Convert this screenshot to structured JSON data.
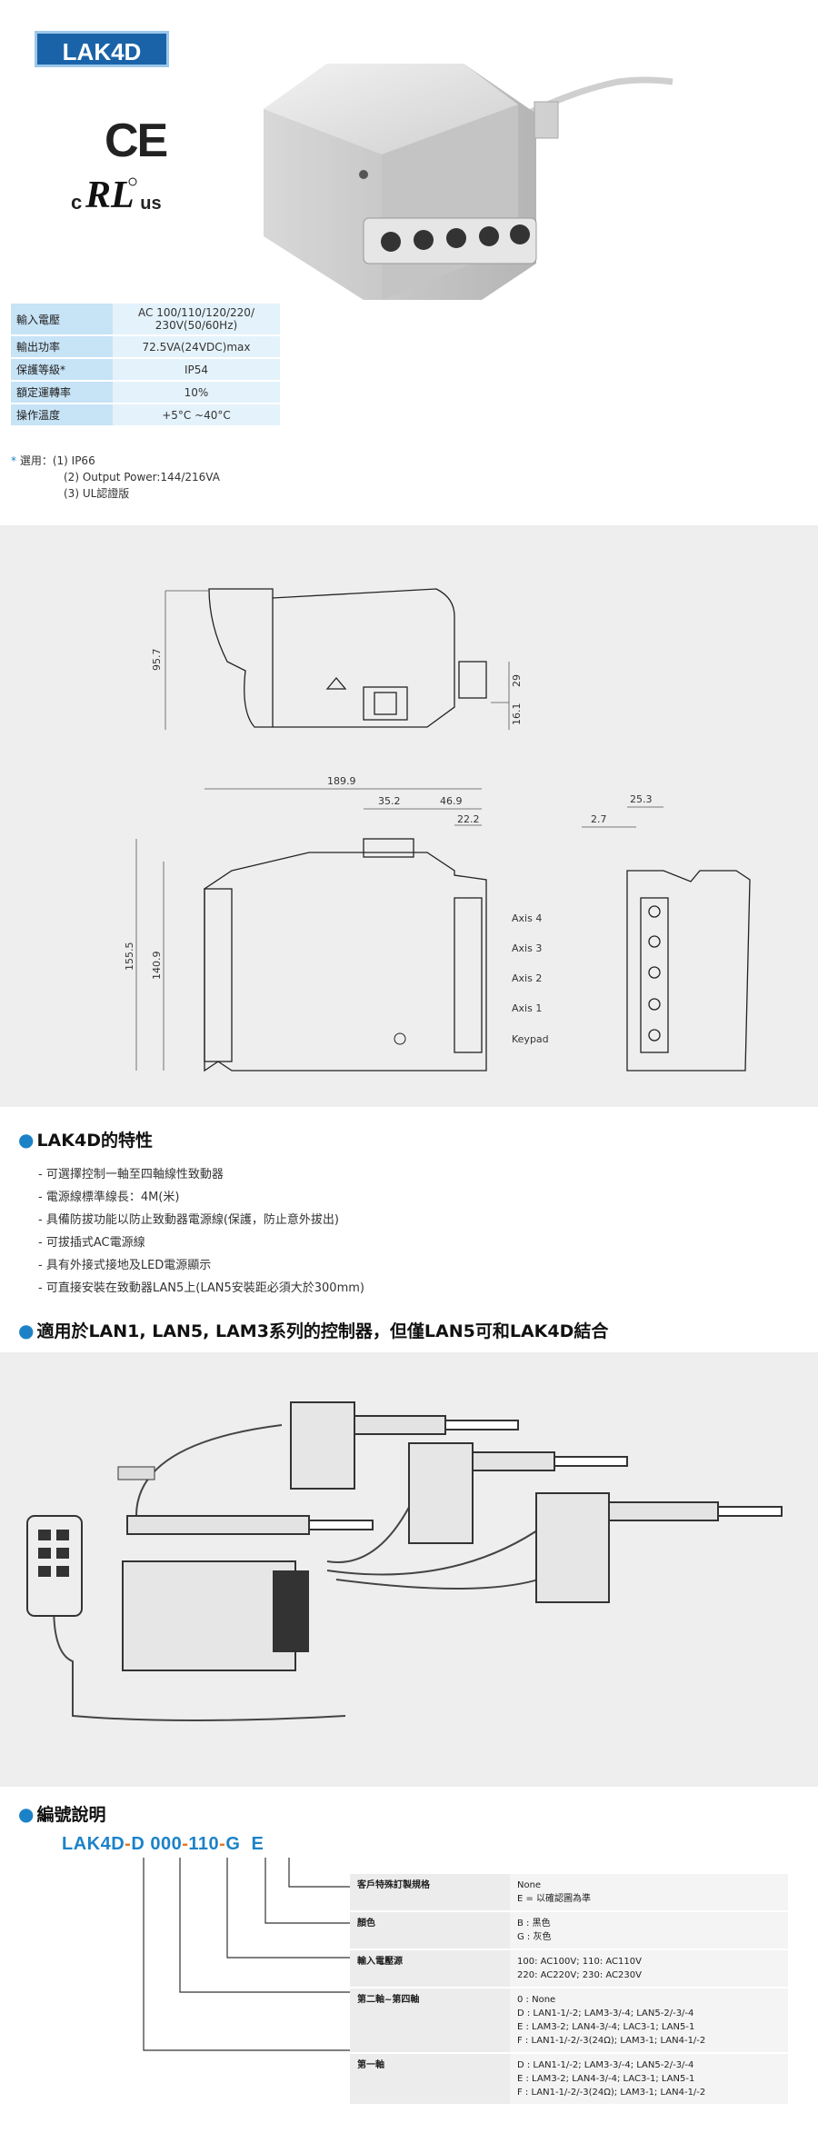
{
  "model": "LAK4D",
  "cert": {
    "ce": "CE",
    "ul_c": "c",
    "ul_us": "us"
  },
  "specs": [
    {
      "label": "輸入電壓",
      "value": "AC 100/110/120/220/\n230V(50/60Hz)"
    },
    {
      "label": "輸出功率",
      "value": "72.5VA(24VDC)max"
    },
    {
      "label": "保護等級*",
      "value": "IP54"
    },
    {
      "label": "額定運轉率",
      "value": "10%"
    },
    {
      "label": "操作溫度",
      "value": "+5°C ~40°C"
    }
  ],
  "options": {
    "star": "*",
    "title": "選用：",
    "items": [
      "(1) IP66",
      "(2) Output Power:144/216VA",
      "(3) UL認證版"
    ]
  },
  "drawing": {
    "dims": {
      "d95_7": "95.7",
      "d29": "29",
      "d16_1": "16.1",
      "d189_9": "189.9",
      "d35_2": "35.2",
      "d46_9": "46.9",
      "d22_2": "22.2",
      "d155_5": "155.5",
      "d140_9": "140.9",
      "d25_3": "25.3",
      "d2_7": "2.7"
    },
    "ports": [
      "Axis 4",
      "Axis 3",
      "Axis 2",
      "Axis 1",
      "Keypad"
    ]
  },
  "features": {
    "title": "LAK4D的特性",
    "items": [
      "- 可選擇控制一軸至四軸線性致動器",
      "- 電源線標準線長：4M(米)",
      "- 具備防拔功能以防止致動器電源線(保護，防止意外拔出)",
      "- 可拔插式AC電源線",
      "- 具有外接式接地及LED電源顯示",
      "- 可直接安裝在致動器LAN5上(LAN5安裝距必須大於300mm)"
    ]
  },
  "compat": {
    "title": "適用於LAN1, LAN5, LAM3系列的控制器，但僅LAN5可和LAK4D結合"
  },
  "ordering": {
    "title": "編號說明",
    "code_parts": [
      "LAK4D",
      "-",
      "D",
      " 000",
      "-",
      "110",
      "-",
      "G",
      "  E"
    ],
    "rows": [
      {
        "label": "客戶特殊訂製規格",
        "value": "None\nE = 以確認圖為準"
      },
      {
        "label": "顏色",
        "value": "B : 黑色\nG : 灰色"
      },
      {
        "label": "輸入電壓源",
        "value": "100: AC100V;  110: AC110V\n220: AC220V;  230: AC230V"
      },
      {
        "label": "第二軸~第四軸",
        "value": "0 : None\nD : LAN1-1/-2;  LAM3-3/-4;  LAN5-2/-3/-4\nE : LAM3-2;  LAN4-3/-4;  LAC3-1;  LAN5-1\nF : LAN1-1/-2/-3(24Ω);  LAM3-1;  LAN4-1/-2"
      },
      {
        "label": "第一軸",
        "value": "D : LAN1-1/-2;  LAM3-3/-4;  LAN5-2/-3/-4\nE : LAM3-2;  LAN4-3/-4;  LAC3-1;  LAN5-1\nF : LAN1-1/-2/-3(24Ω);  LAM3-1;  LAN4-1/-2"
      }
    ]
  }
}
